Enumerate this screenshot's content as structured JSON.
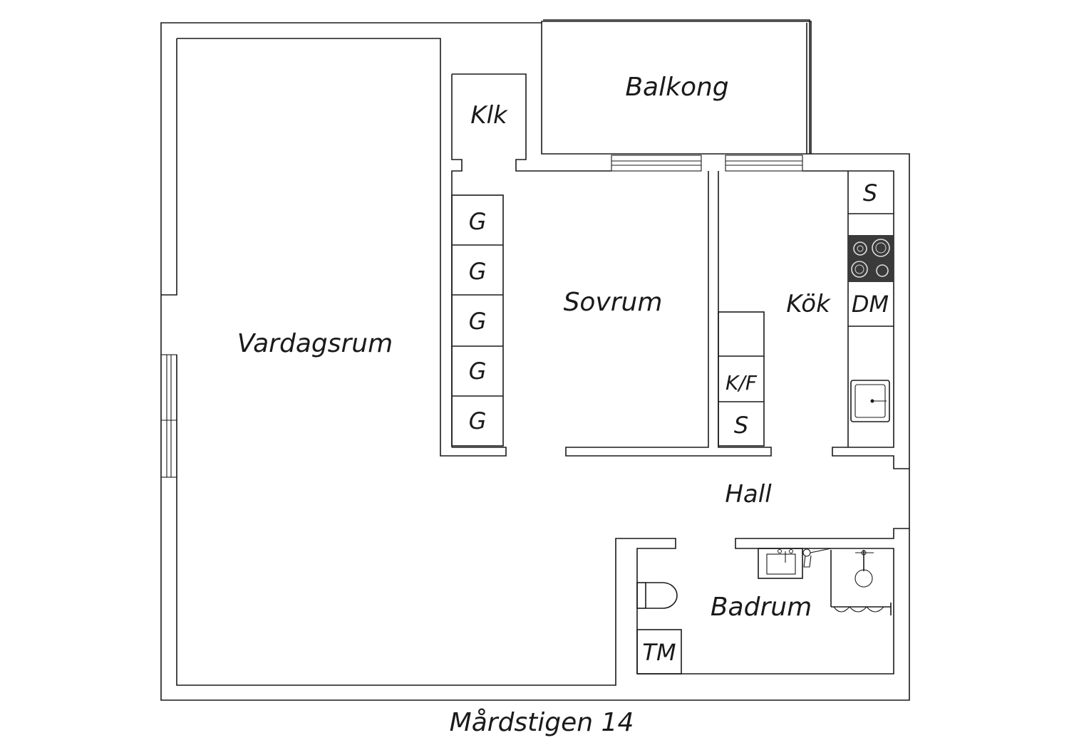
{
  "rooms": {
    "vardagsrum": "Vardagsrum",
    "balkong": "Balkong",
    "klk": "Klk",
    "sovrum": "Sovrum",
    "kok": "Kök",
    "hall": "Hall",
    "badrum": "Badrum"
  },
  "fixtures": {
    "wardrobes": [
      "G",
      "G",
      "G",
      "G",
      "G"
    ],
    "kitchen_storage_top": "S",
    "dishwasher": "DM",
    "fridge_freezer": "K/F",
    "storage_bottom": "S",
    "washing_machine": "TM"
  },
  "caption": "Mårdstigen 14",
  "icons": [
    "stove-icon",
    "kitchen-sink-icon",
    "toilet-icon",
    "washbasin-icon",
    "shower-icon",
    "window-icon"
  ],
  "colors": {
    "wall": "#1a1a1a",
    "background": "#ffffff",
    "stove": "#3a3a3a"
  }
}
